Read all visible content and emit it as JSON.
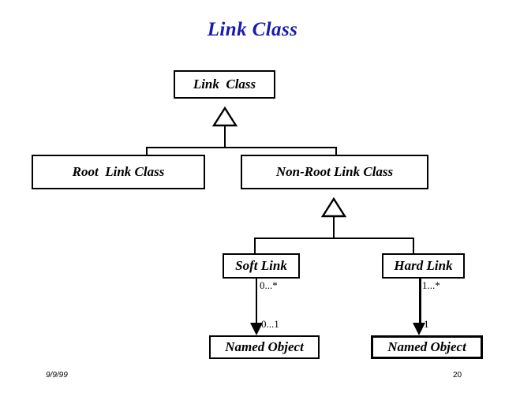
{
  "slide": {
    "title": "Link Class",
    "title_color": "#1a1ab0",
    "background_color": "#ffffff",
    "line_color": "#000000",
    "footer": {
      "date": "9/9/99",
      "page_number": "20"
    }
  },
  "diagram": {
    "type": "uml-class-diagram",
    "nodes": [
      {
        "id": "link-class",
        "label": "Link  Class"
      },
      {
        "id": "root-link-class",
        "label": "Root  Link Class"
      },
      {
        "id": "non-root-link-class",
        "label": "Non-Root Link Class"
      },
      {
        "id": "soft-link",
        "label": "Soft Link"
      },
      {
        "id": "hard-link",
        "label": "Hard Link"
      },
      {
        "id": "named-object-soft",
        "label": "Named Object"
      },
      {
        "id": "named-object-hard",
        "label": "Named Object"
      }
    ],
    "generalizations": [
      {
        "from": "root-link-class",
        "to": "link-class"
      },
      {
        "from": "non-root-link-class",
        "to": "link-class"
      },
      {
        "from": "soft-link",
        "to": "non-root-link-class"
      },
      {
        "from": "hard-link",
        "to": "non-root-link-class"
      }
    ],
    "associations": [
      {
        "id": "soft-to-named",
        "from": "soft-link",
        "to": "named-object-soft",
        "source_multiplicity": "0...*",
        "target_multiplicity": "0...1"
      },
      {
        "id": "hard-to-named",
        "from": "hard-link",
        "to": "named-object-hard",
        "source_multiplicity": "1...*",
        "target_multiplicity": "1"
      }
    ]
  }
}
